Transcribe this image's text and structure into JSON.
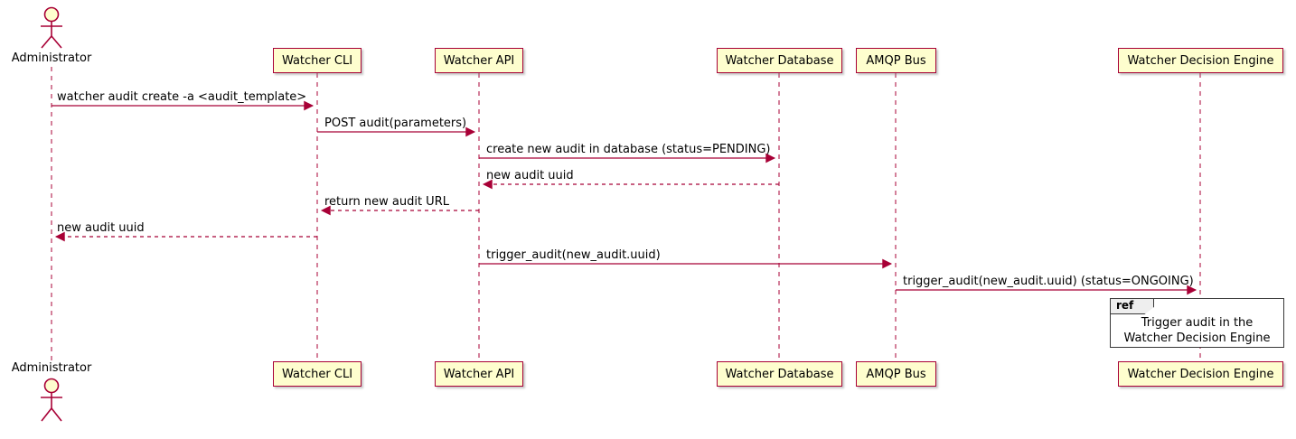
{
  "diagram": {
    "kind": "sequence-diagram",
    "participants": [
      {
        "name": "Administrator",
        "type": "actor"
      },
      {
        "name": "Watcher CLI",
        "type": "participant"
      },
      {
        "name": "Watcher API",
        "type": "participant"
      },
      {
        "name": "Watcher Database",
        "type": "participant"
      },
      {
        "name": "AMQP Bus",
        "type": "participant"
      },
      {
        "name": "Watcher Decision Engine",
        "type": "participant"
      }
    ],
    "messages": [
      {
        "from": "Administrator",
        "to": "Watcher CLI",
        "style": "solid",
        "text": "watcher audit create -a <audit_template>"
      },
      {
        "from": "Watcher CLI",
        "to": "Watcher API",
        "style": "solid",
        "text": "POST audit(parameters)"
      },
      {
        "from": "Watcher API",
        "to": "Watcher Database",
        "style": "solid",
        "text": "create new audit in database (status=PENDING)"
      },
      {
        "from": "Watcher Database",
        "to": "Watcher API",
        "style": "dashed",
        "text": "new audit uuid"
      },
      {
        "from": "Watcher API",
        "to": "Watcher CLI",
        "style": "dashed",
        "text": "return new audit URL"
      },
      {
        "from": "Watcher CLI",
        "to": "Administrator",
        "style": "dashed",
        "text": "new audit uuid"
      },
      {
        "from": "Watcher API",
        "to": "AMQP Bus",
        "style": "solid",
        "text": "trigger_audit(new_audit.uuid)"
      },
      {
        "from": "AMQP Bus",
        "to": "Watcher Decision Engine",
        "style": "solid",
        "text": "trigger_audit(new_audit.uuid) (status=ONGOING)"
      }
    ],
    "ref": {
      "keyword": "ref",
      "lines": [
        "Trigger audit in the",
        "Watcher Decision Engine"
      ]
    },
    "colors": {
      "participant_fill": "#FEFECE",
      "stroke": "#A80036",
      "ref_border": "#383838",
      "background": "#FFFFFF",
      "text": "#000000"
    }
  }
}
